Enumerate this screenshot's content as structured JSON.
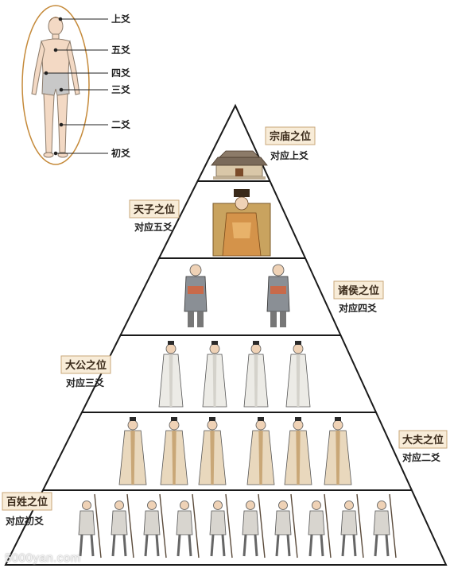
{
  "body_labels": [
    "上爻",
    "五爻",
    "四爻",
    "三爻",
    "二爻",
    "初爻"
  ],
  "tiers": [
    {
      "title": "宗庙之位",
      "subtitle": "对应上爻"
    },
    {
      "title": "天子之位",
      "subtitle": "对应五爻"
    },
    {
      "title": "诸侯之位",
      "subtitle": "对应四爻"
    },
    {
      "title": "大公之位",
      "subtitle": "对应三爻"
    },
    {
      "title": "大夫之位",
      "subtitle": "对应二爻"
    },
    {
      "title": "百姓之位",
      "subtitle": "对应初爻"
    }
  ],
  "watermark": "5000yan.com",
  "colors": {
    "label_bg": "#f8ecd8",
    "label_border": "#c9a77a",
    "outline": "#1a1a1a",
    "ellipse": "#c58a3a"
  },
  "icons": [
    "human-body-icon",
    "temple-icon",
    "emperor-icon",
    "marquis-icon",
    "duke-icon",
    "official-icon",
    "commoner-icon"
  ]
}
